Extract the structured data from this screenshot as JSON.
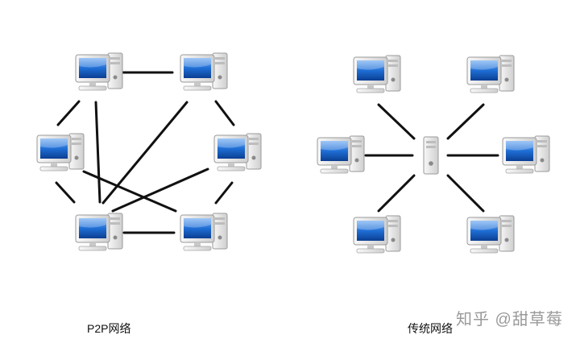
{
  "p2p": {
    "caption": "P2P网络",
    "nodes": [
      "pc-top-left",
      "pc-top-right",
      "pc-mid-left",
      "pc-mid-right",
      "pc-bottom-left",
      "pc-bottom-right"
    ],
    "links": [
      [
        "pc-top-left",
        "pc-top-right"
      ],
      [
        "pc-top-left",
        "pc-mid-left"
      ],
      [
        "pc-top-left",
        "pc-bottom-left"
      ],
      [
        "pc-top-right",
        "pc-mid-right"
      ],
      [
        "pc-top-right",
        "pc-bottom-left"
      ],
      [
        "pc-mid-left",
        "pc-bottom-left"
      ],
      [
        "pc-mid-left",
        "pc-bottom-right"
      ],
      [
        "pc-mid-right",
        "pc-bottom-left"
      ],
      [
        "pc-mid-right",
        "pc-bottom-right"
      ],
      [
        "pc-bottom-left",
        "pc-bottom-right"
      ]
    ]
  },
  "traditional": {
    "caption": "传统网络",
    "server": "server",
    "clients": [
      "pc-top-left",
      "pc-top-right",
      "pc-mid-left",
      "pc-mid-right",
      "pc-bottom-left",
      "pc-bottom-right"
    ]
  },
  "watermark": "知乎 @甜草莓",
  "colors": {
    "screen": "#1f6fd6",
    "line": "#111111",
    "case": "#e6e6e6"
  },
  "icons": {
    "computer": "desktop-computer-icon",
    "server": "server-tower-icon"
  }
}
